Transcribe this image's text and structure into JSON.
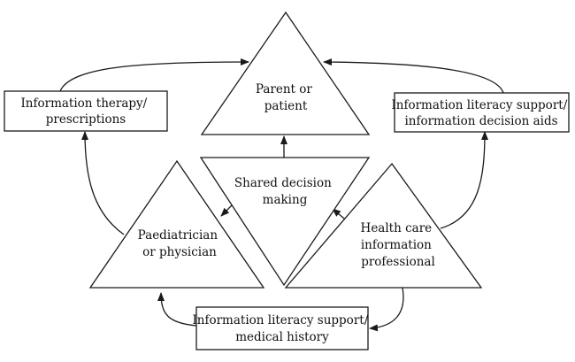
{
  "nodes": {
    "parent_patient": {
      "lines": [
        "Parent or",
        "patient"
      ]
    },
    "shared_decision": {
      "lines": [
        "Shared decision",
        "making"
      ]
    },
    "physician": {
      "lines": [
        "Paediatrician",
        "or physician"
      ]
    },
    "health_info_pro": {
      "lines": [
        "Health care",
        "information",
        "professional"
      ]
    },
    "info_therapy": {
      "lines": [
        "Information therapy/",
        "prescriptions"
      ]
    },
    "info_literacy_decision": {
      "lines": [
        "Information literacy support/",
        "information decision aids"
      ]
    },
    "info_literacy_history": {
      "lines": [
        "Information literacy support/",
        "medical history"
      ]
    }
  }
}
